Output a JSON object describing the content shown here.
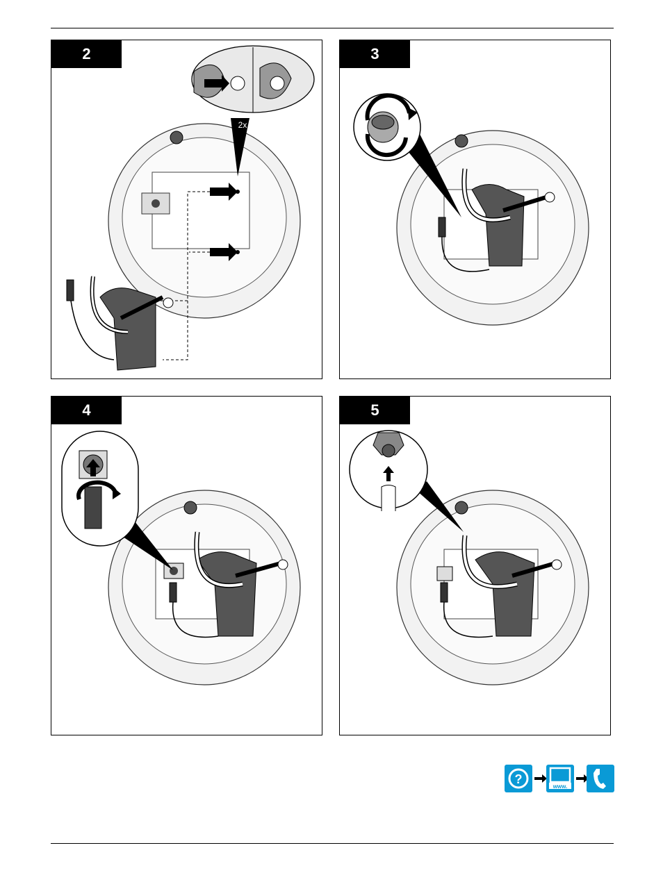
{
  "steps": [
    {
      "number": "2",
      "callout": "2x"
    },
    {
      "number": "3"
    },
    {
      "number": "4"
    },
    {
      "number": "5"
    }
  ],
  "help": {
    "icons": [
      "question-icon",
      "computer-www-icon",
      "phone-icon"
    ],
    "www_label": "www.",
    "color": "#0a9ad6"
  }
}
